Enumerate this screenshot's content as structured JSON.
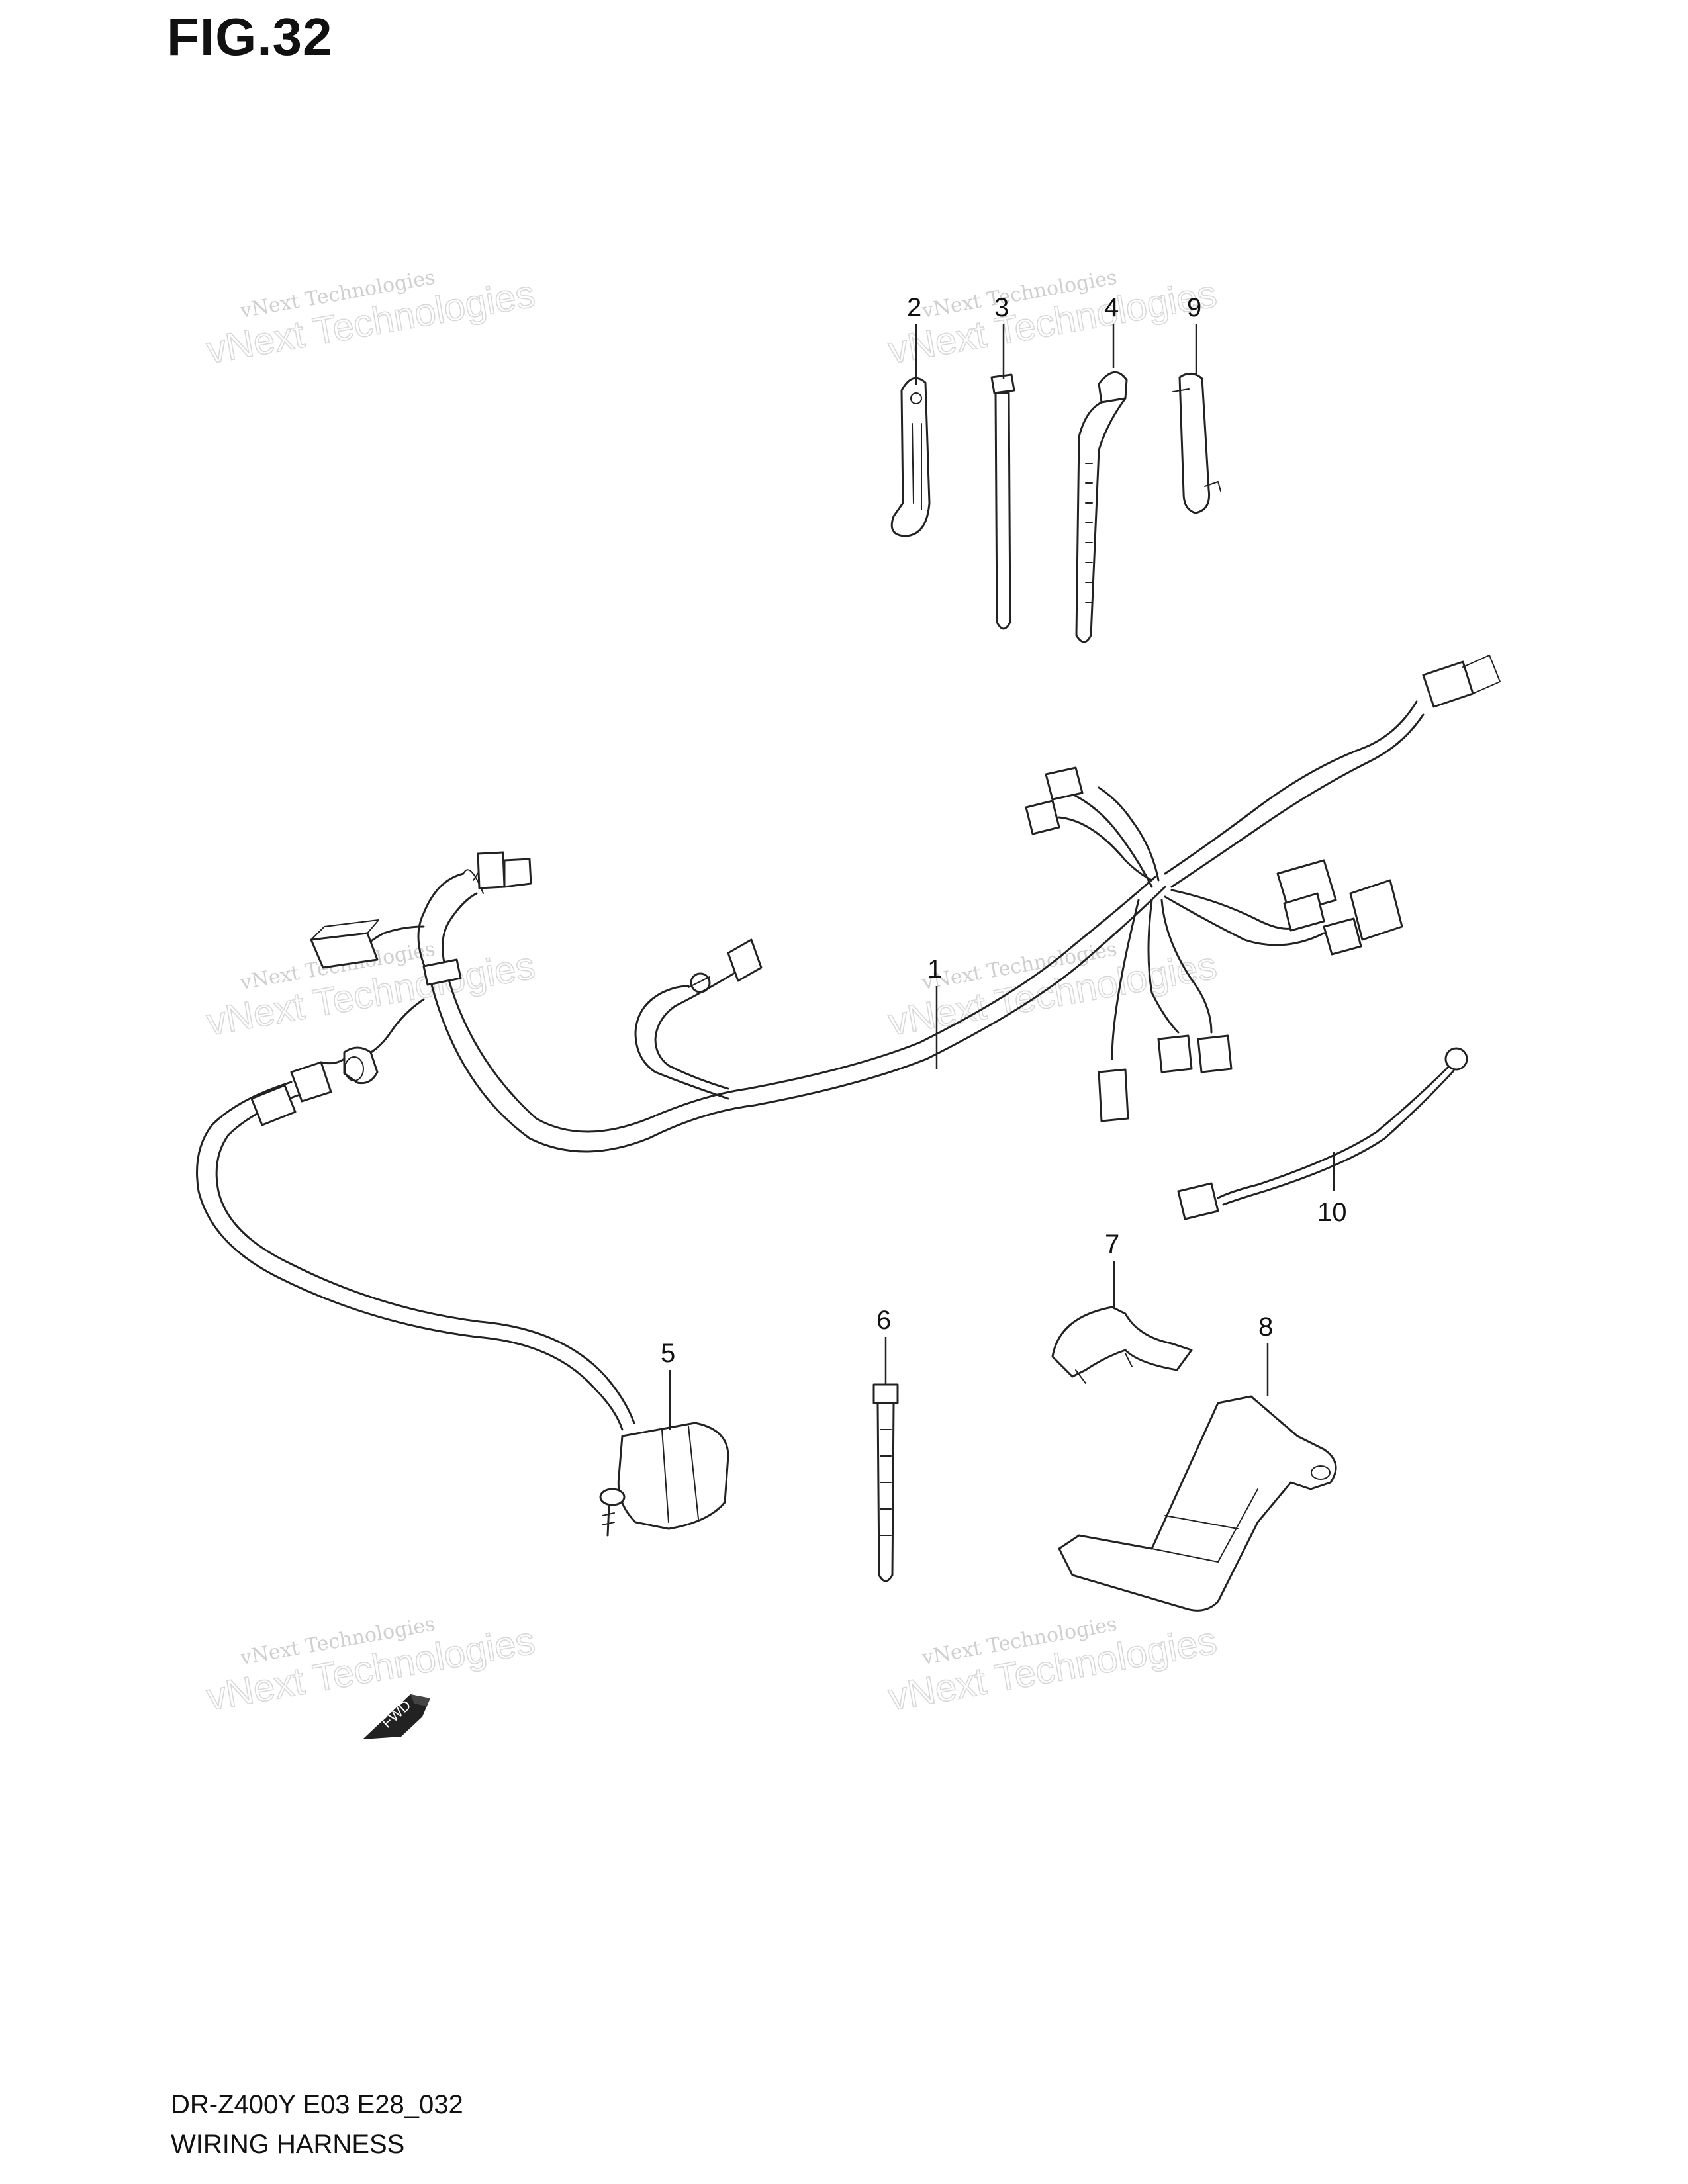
{
  "figure": {
    "title": "FIG.32"
  },
  "footer": {
    "model_code": "DR-Z400Y E03 E28_032",
    "section_name": "WIRING HARNESS"
  },
  "watermark": {
    "company_line": "vNext Technologies",
    "overlay_line": "vNext Technologies"
  },
  "callouts": [
    {
      "ref": "1",
      "part": "wiring-harness"
    },
    {
      "ref": "2",
      "part": "clamp"
    },
    {
      "ref": "3",
      "part": "tie-strap"
    },
    {
      "ref": "4",
      "part": "clamp-band"
    },
    {
      "ref": "5",
      "part": "horn-switch-assembly"
    },
    {
      "ref": "6",
      "part": "tie-band"
    },
    {
      "ref": "7",
      "part": "cover"
    },
    {
      "ref": "8",
      "part": "bracket"
    },
    {
      "ref": "9",
      "part": "clamp-clip"
    },
    {
      "ref": "10",
      "part": "ground-lead"
    }
  ],
  "direction_badge": {
    "label": "FWD",
    "icon": "front-arrow-icon"
  }
}
